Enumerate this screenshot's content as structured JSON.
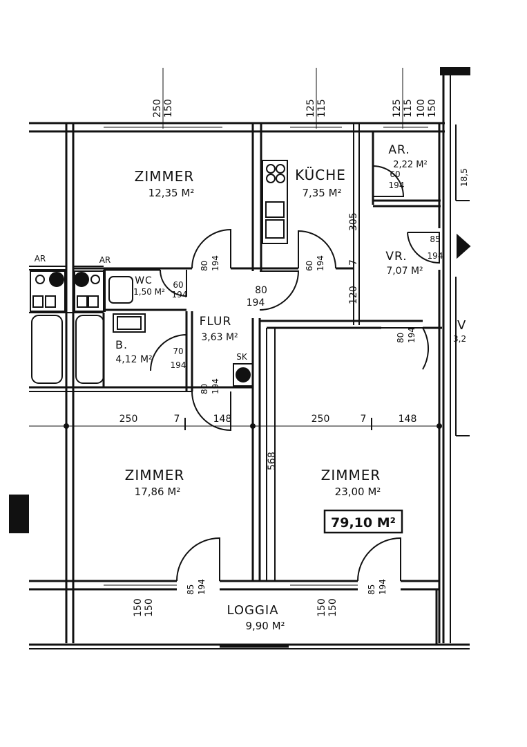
{
  "rooms": {
    "zimmer_top": {
      "name": "ZIMMER",
      "area": "12,35 M²"
    },
    "kueche": {
      "name": "KÜCHE",
      "area": "7,35 M²"
    },
    "abstellraum": {
      "name": "AR.",
      "area": "2,22 M²"
    },
    "vorraum": {
      "name": "VR.",
      "area": "7,07 M²"
    },
    "wc": {
      "name": "WC",
      "area": "1,50 M²"
    },
    "bad": {
      "name": "B.",
      "area": "4,12 M²"
    },
    "flur": {
      "name": "FLUR",
      "area": "3,63 M²"
    },
    "zimmer_left": {
      "name": "ZIMMER",
      "area": "17,86 M²"
    },
    "zimmer_right": {
      "name": "ZIMMER",
      "area": "23,00 M²"
    },
    "loggia": {
      "name": "LOGGIA",
      "area": "9,90 M²"
    }
  },
  "total_area": "79,10 M²",
  "labels": {
    "ar_left": "AR",
    "ar_mid": "AR",
    "sk": "SK"
  },
  "doors": {
    "kueche_ar": {
      "w": "60",
      "h": "194"
    },
    "vr_entry": {
      "w": "85",
      "h": "194"
    },
    "zimmer_top": {
      "w": "80",
      "h": "194"
    },
    "kueche": {
      "w": "60",
      "h": "194"
    },
    "wc": {
      "w": "60",
      "h": "194"
    },
    "flur": {
      "w": "80",
      "h": "194"
    },
    "bad": {
      "w": "70",
      "h": "194"
    },
    "zimmer_left_top": {
      "w": "80",
      "h": "194"
    },
    "zimmer_right_top": {
      "w": "80",
      "h": "194"
    },
    "loggia_left": {
      "w": "85",
      "h": "194"
    },
    "loggia_right": {
      "w": "85",
      "h": "194"
    }
  },
  "dimensions": {
    "win_top_left": {
      "a": "250",
      "b": "150"
    },
    "win_top_mid": {
      "a": "125",
      "b": "115"
    },
    "win_top_right": {
      "a": "125",
      "b": "115"
    },
    "win_top_far": {
      "a": "100",
      "b": "150"
    },
    "right_edge": "18,5",
    "kueche_depth": "305",
    "vr_depth": "120",
    "vr_small": "7",
    "row_left": {
      "a": "250",
      "b": "7",
      "c": "148"
    },
    "row_right": {
      "a": "250",
      "b": "7",
      "c": "148"
    },
    "room_depth": "568",
    "win_bottom_left": {
      "a": "150",
      "b": "150"
    },
    "win_bottom_right": {
      "a": "150",
      "b": "150"
    }
  },
  "cropped_fragments": {
    "f1": "V",
    "f2": "3,2"
  }
}
